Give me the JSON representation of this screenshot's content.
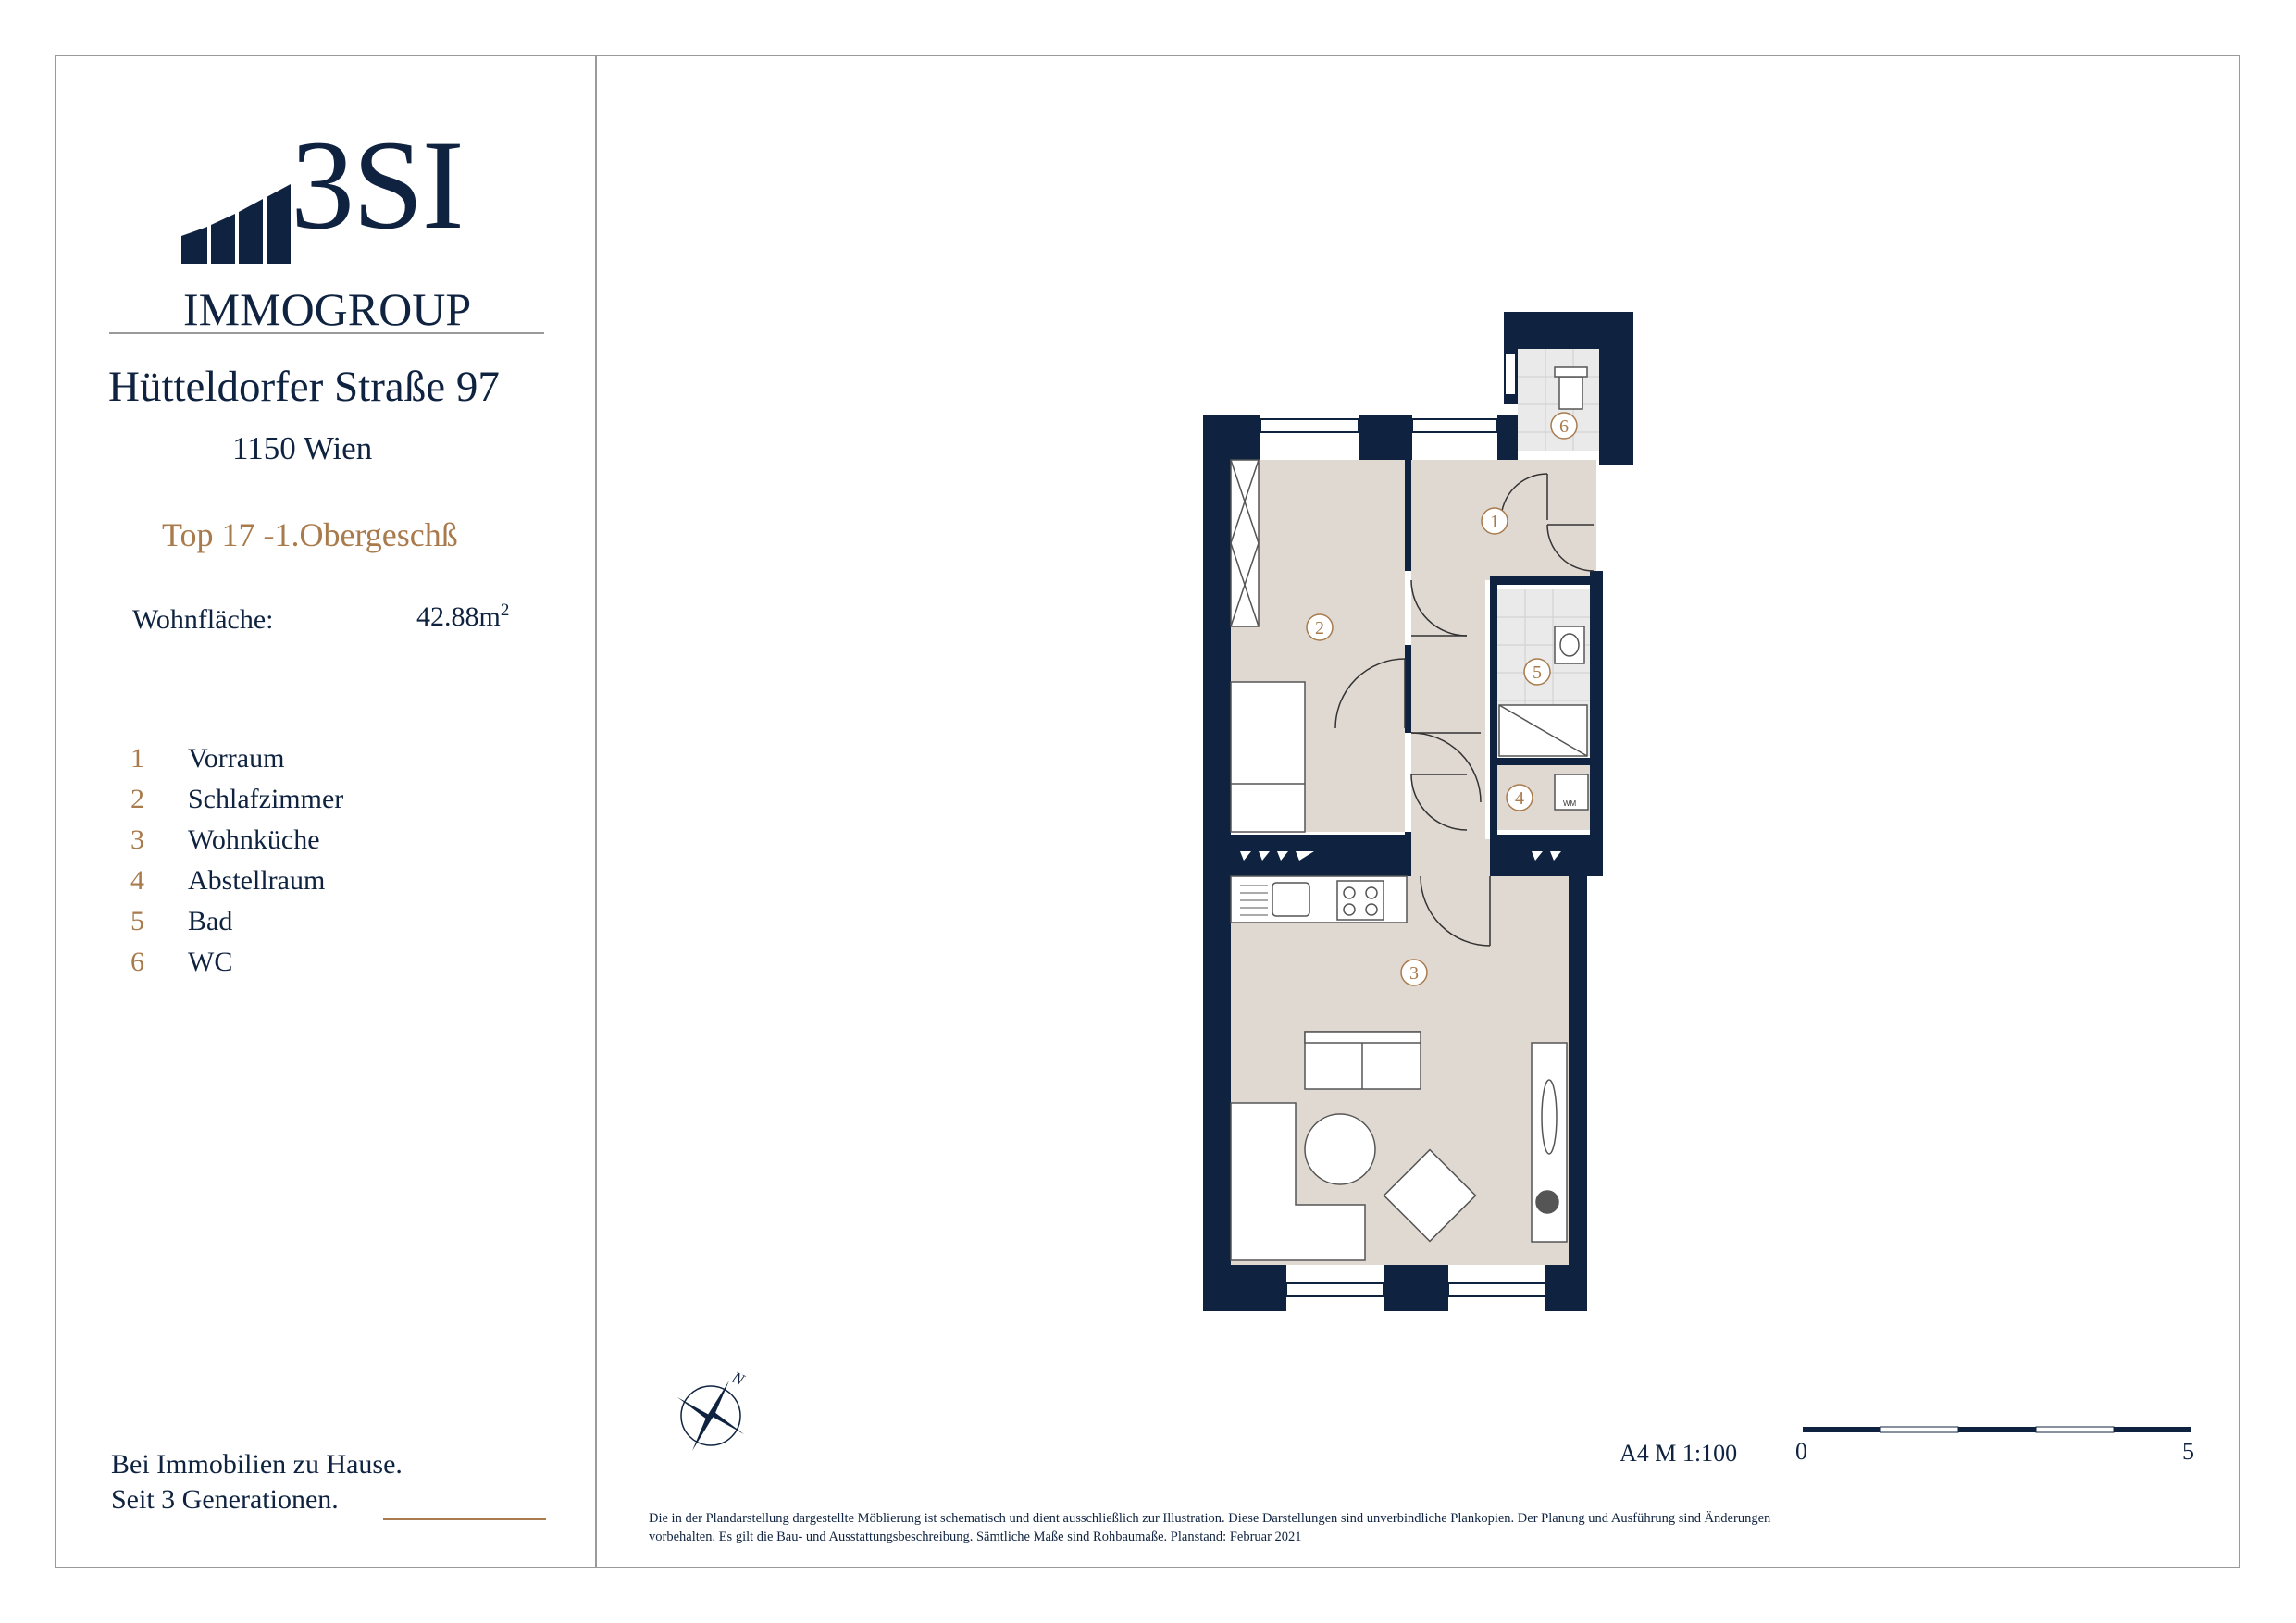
{
  "brand": {
    "name": "3SI",
    "sub": "IMMOGROUP",
    "navy": "#0f2340",
    "accent": "#a87a4c"
  },
  "address": {
    "street": "Hütteldorfer Straße 97",
    "city": "1150 Wien"
  },
  "unit": "Top 17 -1.Obergeschß",
  "area": {
    "label": "Wohnfläche:",
    "value": "42.88m",
    "unit_sup": "2"
  },
  "rooms": [
    {
      "num": "1",
      "name": "Vorraum"
    },
    {
      "num": "2",
      "name": "Schlafzimmer"
    },
    {
      "num": "3",
      "name": "Wohnküche"
    },
    {
      "num": "4",
      "name": "Abstellraum"
    },
    {
      "num": "5",
      "name": "Bad"
    },
    {
      "num": "6",
      "name": "WC"
    }
  ],
  "plan_labels": {
    "wm": "WM"
  },
  "compass_label": "N",
  "scale": {
    "text": "A4  M 1:100",
    "start": "0",
    "end": "5"
  },
  "tagline": {
    "line1": "Bei Immobilien zu Hause.",
    "line2": "Seit 3 Generationen."
  },
  "disclaimer": "Die in der Plandarstellung dargestellte Möblierung ist schematisch und dient ausschließlich zur Illustration. Diese Darstellungen sind unverbindliche Plankopien. Der Planung und Ausführung sind Änderungen vorbehalten. Es gilt die Bau- und Ausstattungsbeschreibung. Sämtliche Maße sind Rohbaumaße. Planstand: Februar 2021"
}
